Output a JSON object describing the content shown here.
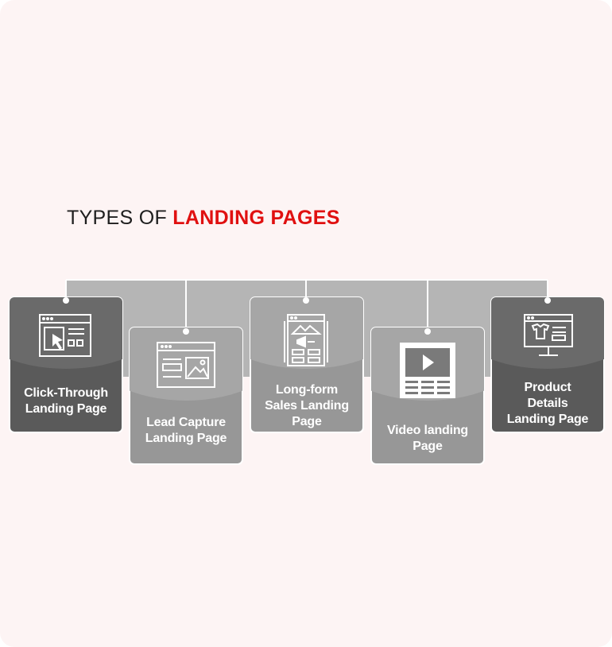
{
  "title": {
    "lead": "TYPES OF",
    "accent": "LANDING PAGES"
  },
  "colors": {
    "background": "#fdf4f4",
    "accent": "#e01010",
    "card_dark": "#5a5a5a",
    "card_light": "#979797",
    "connector": "#b5b5b5",
    "card_border": "#ffffff"
  },
  "cards": [
    {
      "icon": "click-through-page-icon",
      "line1": "Click-Through",
      "line2": "Landing Page",
      "line3": ""
    },
    {
      "icon": "lead-capture-page-icon",
      "line1": "Lead Capture",
      "line2": "Landing Page",
      "line3": ""
    },
    {
      "icon": "long-form-sales-page-icon",
      "line1": "Long-form",
      "line2": "Sales Landing",
      "line3": "Page"
    },
    {
      "icon": "video-page-icon",
      "line1": "Video landing",
      "line2": "Page",
      "line3": ""
    },
    {
      "icon": "product-details-page-icon",
      "line1": "Product",
      "line2": "Details",
      "line3": "Landing Page"
    }
  ]
}
